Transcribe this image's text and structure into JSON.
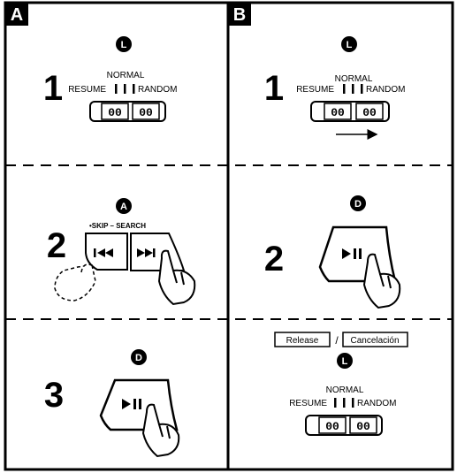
{
  "panels": {
    "a": {
      "letter": "A",
      "step1": {
        "number": "1",
        "badge": "L",
        "mode_top": "NORMAL",
        "mode_left": "RESUME",
        "mode_right": "RANDOM",
        "display": [
          "00",
          "00"
        ]
      },
      "step2": {
        "number": "2",
        "badge": "A",
        "caption": "•SKIP – SEARCH"
      },
      "step3": {
        "number": "3",
        "badge": "D"
      }
    },
    "b": {
      "letter": "B",
      "step1": {
        "number": "1",
        "badge": "L",
        "mode_top": "NORMAL",
        "mode_left": "RESUME",
        "mode_right": "RANDOM",
        "display": [
          "00",
          "00"
        ]
      },
      "step2": {
        "number": "2",
        "badge": "D"
      },
      "step3": {
        "badge": "L",
        "release_label": "Release",
        "separator": "/",
        "cancel_label": "Cancelación",
        "mode_top": "NORMAL",
        "mode_left": "RESUME",
        "mode_right": "RANDOM",
        "display": [
          "00",
          "00"
        ]
      }
    }
  }
}
